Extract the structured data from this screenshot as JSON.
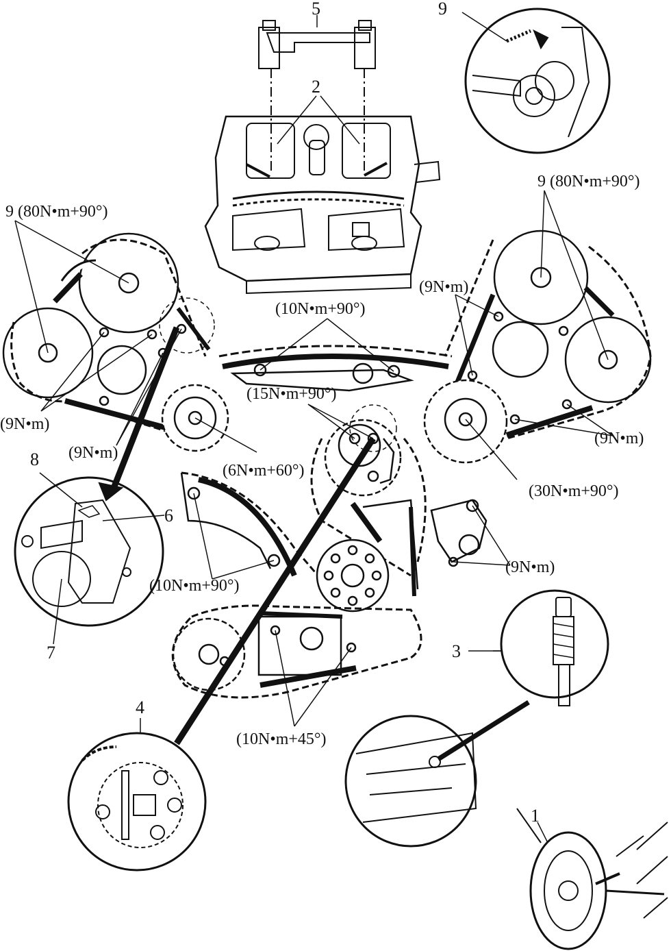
{
  "callouts": {
    "c1": "1",
    "c2": "2",
    "c3": "3",
    "c4": "4",
    "c5": "5",
    "c6": "6",
    "c7": "7",
    "c8": "8",
    "c9_top": "9"
  },
  "torques": {
    "cam_bolt_left": "9 (80N•m+90°)",
    "cam_bolt_right": "9 (80N•m+90°)",
    "guide_left_a": "(9N•m)",
    "guide_left_b": "(9N•m)",
    "guide_right_upper": "(9N•m)",
    "guide_right_lower": "(9N•m)",
    "tensioner_right": "(9N•m)",
    "upper_guide": "(10N•m+90°)",
    "idler_center": "(15N•m+90°)",
    "sprocket_left": "(6N•m+60°)",
    "sprocket_right": "(30N•m+90°)",
    "left_lower_guide": "(10N•m+90°)",
    "bottom_guide": "(10N•m+45°)"
  }
}
